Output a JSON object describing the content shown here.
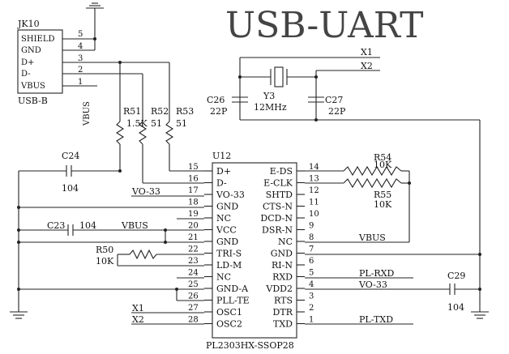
{
  "title": "USB-UART",
  "connector": {
    "ref": "JK10",
    "type": "USB-B",
    "pins": [
      {
        "name": "SHIELD",
        "num": "5"
      },
      {
        "name": "GND",
        "num": "4"
      },
      {
        "name": "D+",
        "num": "3"
      },
      {
        "name": "D-",
        "num": "2"
      },
      {
        "name": "VBUS",
        "num": "1"
      }
    ],
    "net_label": "VBUS"
  },
  "resistors": {
    "r51": {
      "ref": "R51",
      "value": "1.5K"
    },
    "r52": {
      "ref": "R52",
      "value": "51"
    },
    "r53": {
      "ref": "R53",
      "value": "51"
    },
    "r54": {
      "ref": "R54",
      "value": "10K"
    },
    "r55": {
      "ref": "R55",
      "value": "10K"
    },
    "r50": {
      "ref": "R50",
      "value": "10K"
    }
  },
  "capacitors": {
    "c24": {
      "ref": "C24",
      "value": "104"
    },
    "c23": {
      "ref": "C23",
      "value": "104"
    },
    "c26": {
      "ref": "C26",
      "value": "22P"
    },
    "c27": {
      "ref": "C27",
      "value": "22P"
    },
    "c29": {
      "ref": "C29",
      "value": "104"
    }
  },
  "crystal": {
    "ref": "Y3",
    "value": "12MHz"
  },
  "ic": {
    "ref": "U12",
    "part": "PL2303HX-SSOP28",
    "left_pins": [
      {
        "num": "15",
        "name": "D+"
      },
      {
        "num": "16",
        "name": "D-"
      },
      {
        "num": "17",
        "name": "VO-33"
      },
      {
        "num": "18",
        "name": "GND"
      },
      {
        "num": "19",
        "name": "NC"
      },
      {
        "num": "20",
        "name": "VCC"
      },
      {
        "num": "21",
        "name": "GND"
      },
      {
        "num": "22",
        "name": "TRI-S"
      },
      {
        "num": "23",
        "name": "LD-M"
      },
      {
        "num": "24",
        "name": "NC"
      },
      {
        "num": "25",
        "name": "GND-A"
      },
      {
        "num": "26",
        "name": "PLL-TE"
      },
      {
        "num": "27",
        "name": "OSC1"
      },
      {
        "num": "28",
        "name": "OSC2"
      }
    ],
    "right_pins": [
      {
        "num": "14",
        "name": "E-DS"
      },
      {
        "num": "13",
        "name": "E-CLK"
      },
      {
        "num": "12",
        "name": "SHTD"
      },
      {
        "num": "11",
        "name": "CTS-N"
      },
      {
        "num": "10",
        "name": "DCD-N"
      },
      {
        "num": "9",
        "name": "DSR-N"
      },
      {
        "num": "8",
        "name": "NC"
      },
      {
        "num": "7",
        "name": "GND"
      },
      {
        "num": "6",
        "name": "RI-N"
      },
      {
        "num": "5",
        "name": "RXD"
      },
      {
        "num": "4",
        "name": "VDD2"
      },
      {
        "num": "3",
        "name": "RTS"
      },
      {
        "num": "2",
        "name": "DTR"
      },
      {
        "num": "1",
        "name": "TXD"
      }
    ]
  },
  "nets": {
    "x1_top": "X1",
    "x2_top": "X2",
    "x1_left": "X1",
    "x2_left": "X2",
    "vo33_left": "VO-33",
    "vbus_left": "VBUS",
    "vbus_right": "VBUS",
    "pl_rxd": "PL-RXD",
    "vo33_right": "VO-33",
    "pl_txd": "PL-TXD"
  }
}
